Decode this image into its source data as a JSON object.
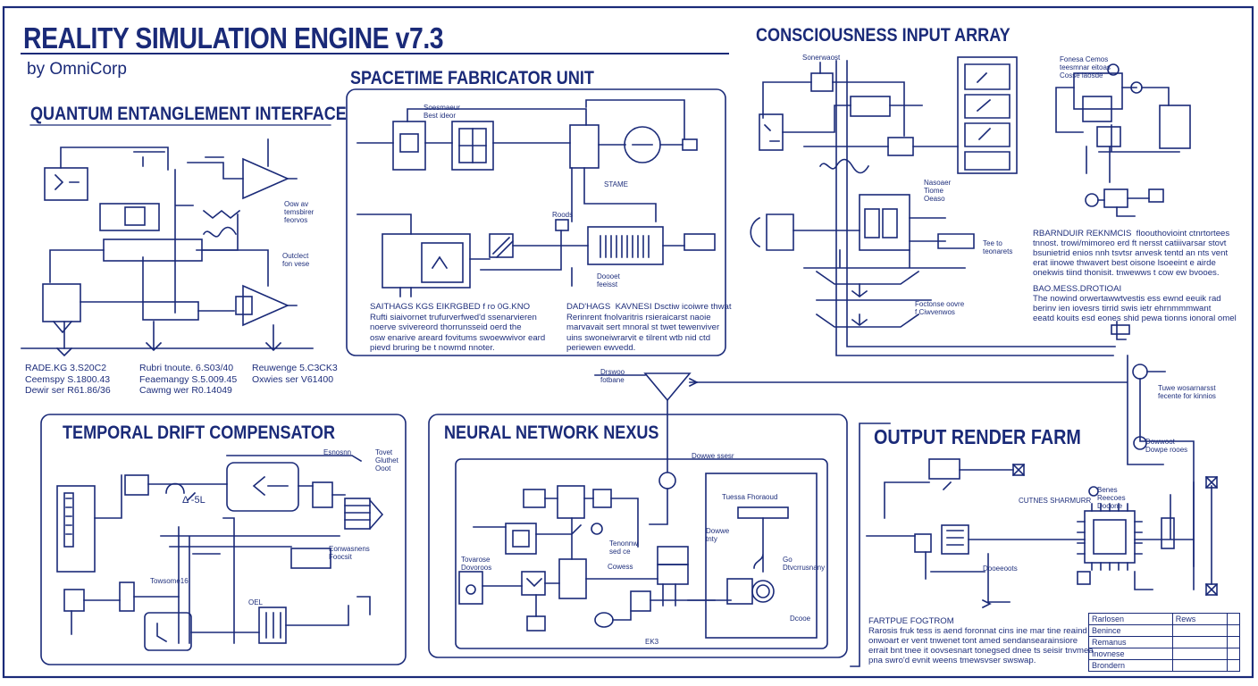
{
  "header": {
    "title": "REALITY SIMULATION ENGINE v7.3",
    "byline": "by OmniCorp"
  },
  "sections": {
    "quantum": {
      "title": "QUANTUM ENTANGLEMENT INTERFACE",
      "labels": [
        "Oow av\ntemsbirer\nfeorvos",
        "Outclect\nfon vese"
      ],
      "readouts": [
        "RADE.KG 3.S20C2\nCeemspy S.1800.43\nDewir ser R61.86/36",
        "Rubri tnoute. 6.S03/40\nFeaemangy S.5.009.45\nCawmg wer R0.14049",
        "Reuwenge 5.C3CK3\nOxwies ser V61400"
      ]
    },
    "spacetime": {
      "title": "SPACETIME FABRICATOR UNIT",
      "tags": [
        "Soesmaeur\nBest ideor",
        "STAME",
        "Roods",
        "Doooet\nfeeisst"
      ],
      "notes": [
        "SAITHAGS KGS EIKRGBED f ro 0G.KNO\nRufti siaivornet trufurverfwed'd ssenarvieren\nnoerve svivereord thorrunsseid oerd the\nosw enarive areard fovitums swoewwivor eard\npievd bruring be t nowmd nnoter.",
        "DAD'HAGS  KAVNESI Dsctiw icoiwre thwat\nRerinrent fnolvaritris rsieraicarst naoie\nmarvavait sert mnoral st twet tewenviver\nuins swoneiwrarvit e tilrent wtb nid ctd\nperiewen ewvedd."
      ]
    },
    "consciousness": {
      "title": "CONSCIOUSNESS INPUT ARRAY",
      "tags": [
        "Sonerwaost",
        "Nasoaer\nTiome\nOeaso",
        "Fonesa Cemos\nteesmnar eitoas\nCosse laosde",
        "Tee to\nteonarets",
        "Foctonse oovre\nf Ciwvenwos"
      ],
      "notes": [
        "RBARNDUIR REKNMCIS  floouthovioint ctnrtortees\ntnnost. trowi/mimoreo erd ft nersst catiiivarsar stovt\nbsunietrid enios nnh tsvtsr anvesk tentd an nts vent\nerat iinowe thwavert best oisone lsoeeint e airde\nonekwis tiind thonisit. tnwewws t cow ew bvooes.",
        "BAO.MESS.DROTIOAI\nThe nowind orwertawwtvestis ess ewnd eeuik rad\nberinv ien iovesrs tirrid swis ietr ehrnmmmwant\neeatd kouits esd eones shid pewa tionns ionoral omel"
      ]
    },
    "temporal": {
      "title": "TEMPORAL DRIFT COMPENSATOR",
      "tags": [
        "Esnosnn",
        "Tovet\nGluthet\nOoot",
        "Eonwasnens\nFoocsit",
        "Towsome16",
        "OEL",
        "Δ -5L"
      ]
    },
    "neural": {
      "title": "NEURAL NETWORK NEXUS",
      "tags": [
        "Dowwe ssesr",
        "Tuessa Fhoraoud",
        "Tenonnw\nsed ce",
        "Dowwe\ntnty",
        "Cowess",
        "Go\nDtvcrrusnany",
        "Dcooe",
        "Tovarose\nDovoroos",
        "EK3",
        "Drswoo\nfotbane"
      ]
    },
    "output": {
      "title": "OUTPUT RENDER FARM",
      "tags": [
        "Dowwoot\nDowpe rooes",
        "Tuwe wosarnarsst\nfecente for kinnios",
        "CUTNES SHARMURR",
        "Benes\nReecoes\nDooone",
        "Dooeeoots"
      ],
      "note": "FARTPUE FOGTROM\nRarosis fruk tess is aend foronnat cins ine mar tine reaind\nonwoart er vent tnwenet tont amed sendansearainsiore\nerrait bnt tnee it oovsesnart tonegsed dnee ts seisir tnvmea\npna swro'd evnit weens tmewsvser swswap."
    }
  },
  "legend_table": {
    "headers": [
      "Rarlosen",
      "Rews"
    ],
    "rows": [
      "Benince",
      "Remanus",
      "Inovnese",
      "Brondern"
    ]
  },
  "colors": {
    "ink": "#1a2a78",
    "paper": "#ffffff"
  }
}
